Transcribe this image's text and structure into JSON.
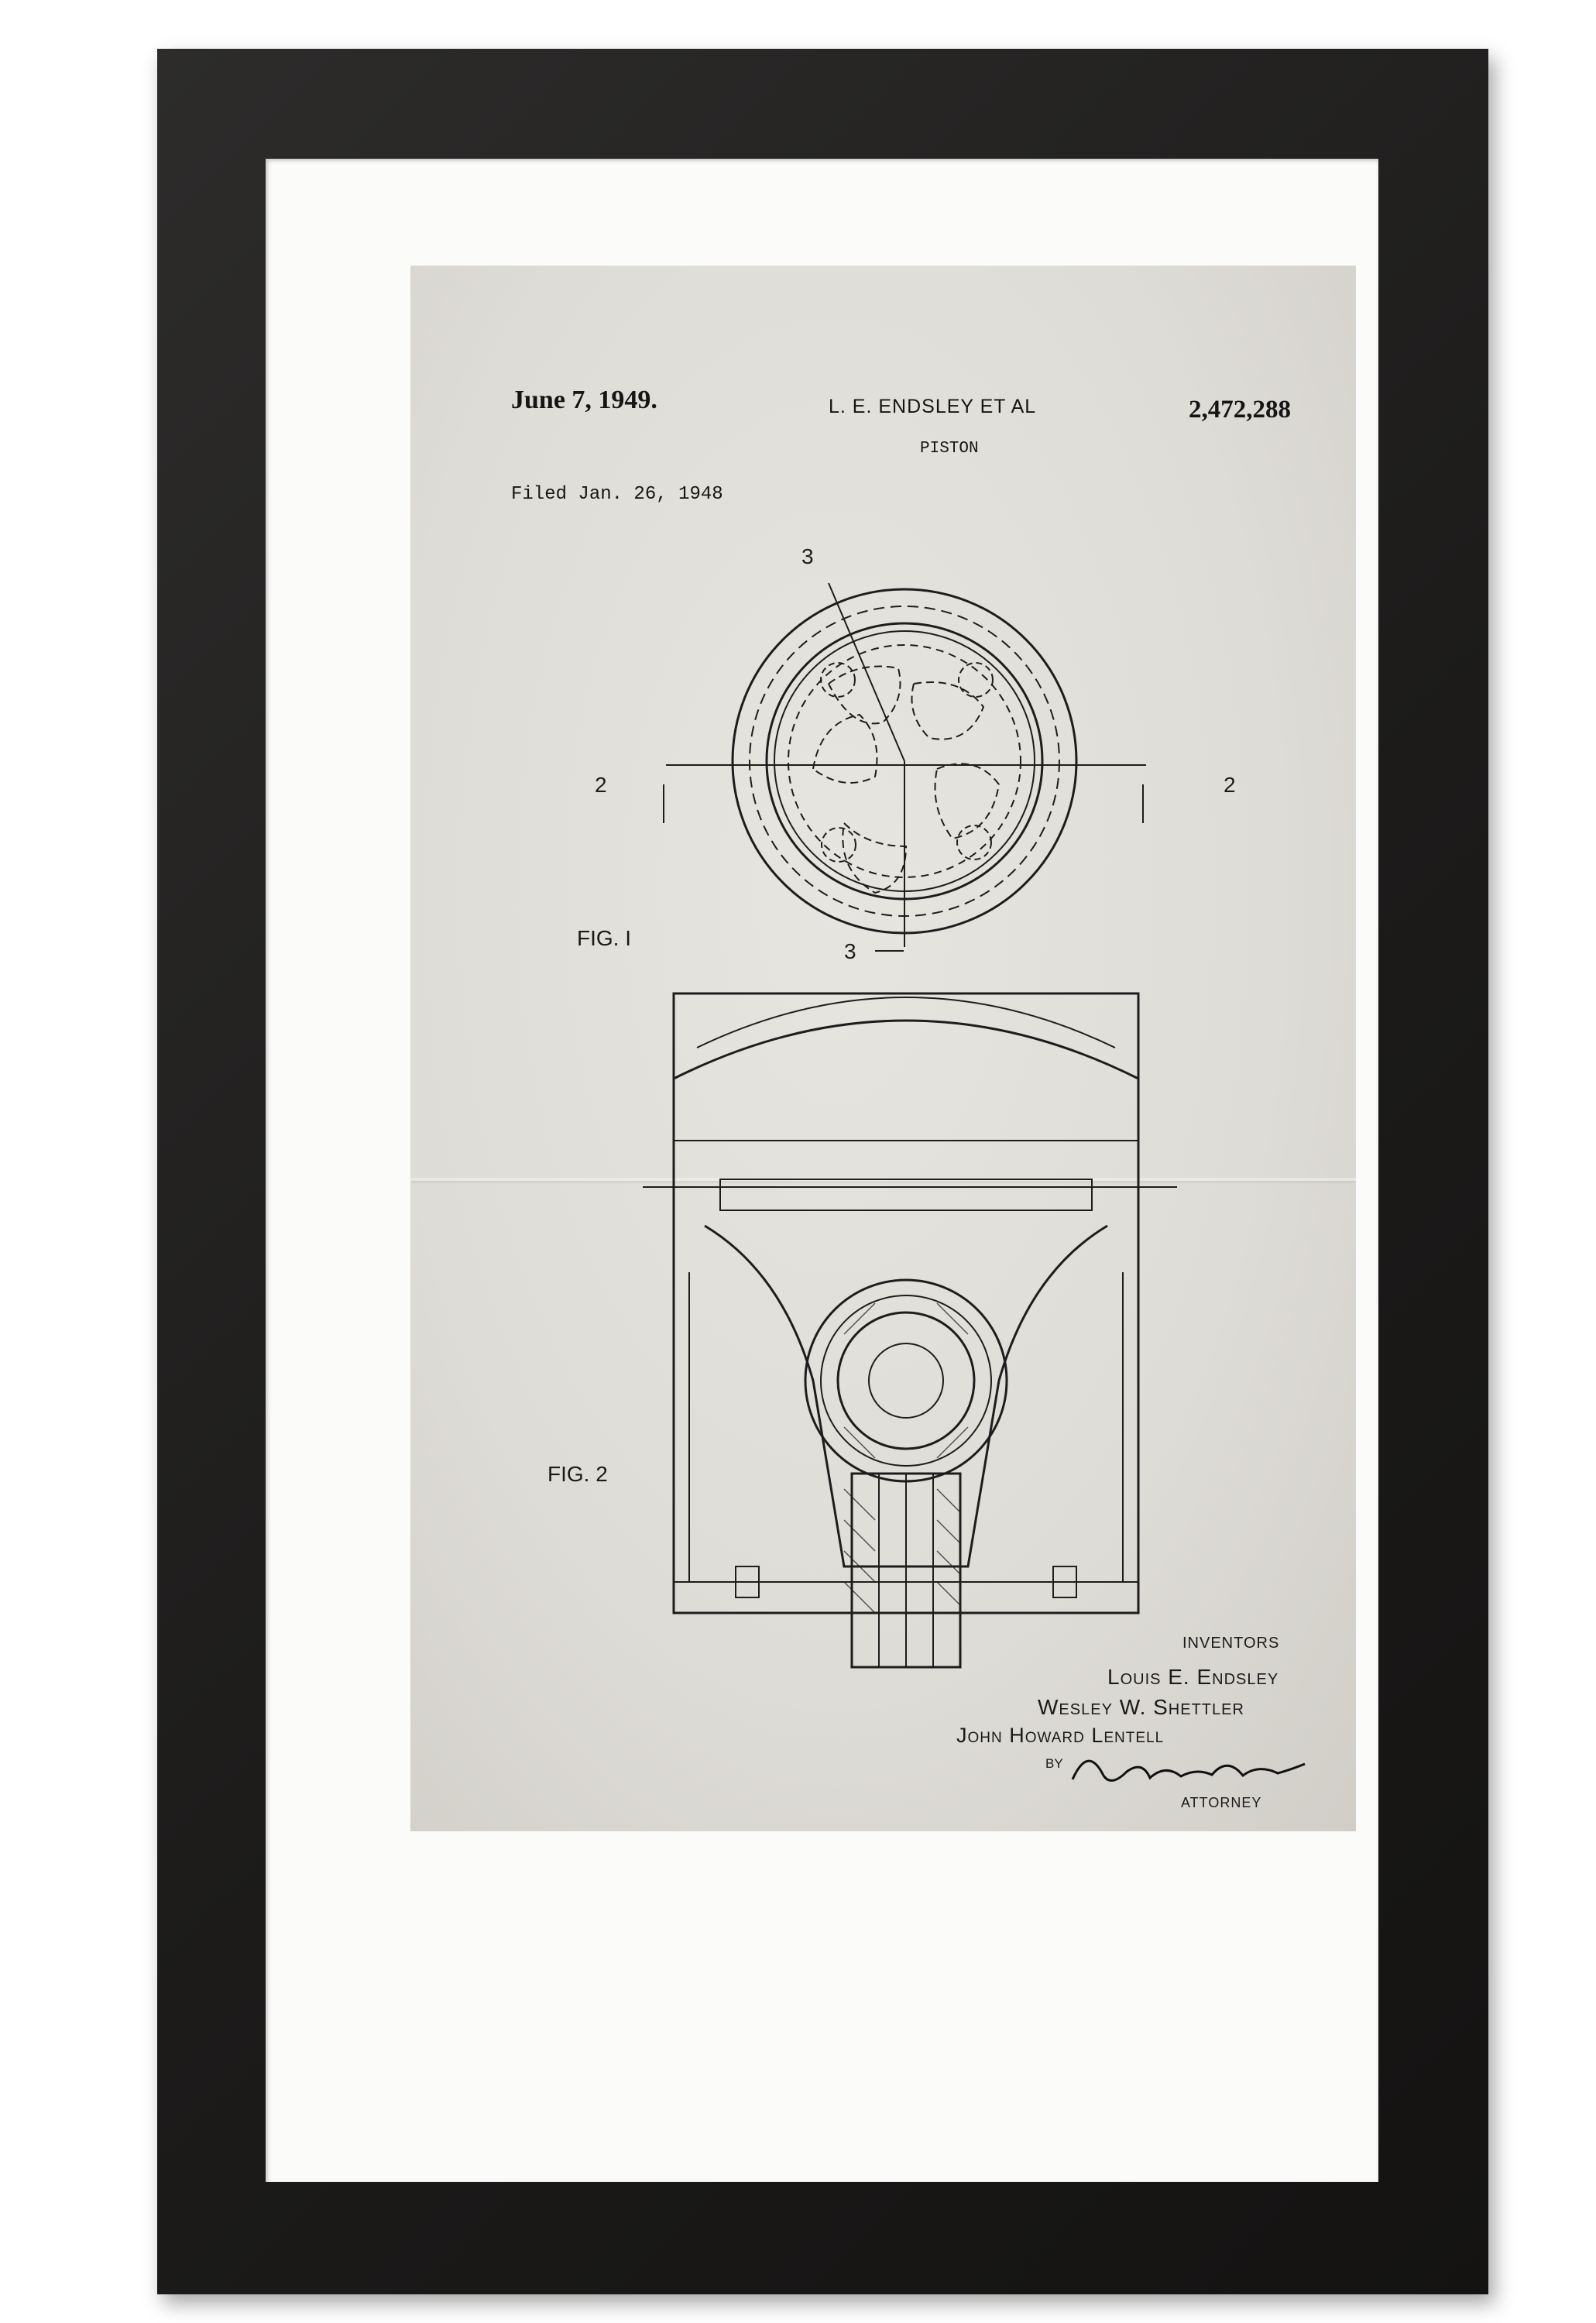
{
  "patent": {
    "date": "June 7, 1949.",
    "inventor_header": "L. E. ENDSLEY ET AL",
    "patent_number": "2,472,288",
    "title": "PISTON",
    "filed": "Filed Jan. 26, 1948"
  },
  "figures": {
    "fig1_label": "FIG. I",
    "fig2_label": "FIG. 2"
  },
  "signature_block": {
    "inventors_label": "INVENTORS",
    "inventors": [
      "Louis E. Endsley",
      "Wesley W. Shettler",
      "John Howard Lentell"
    ],
    "by_label": "BY",
    "attorney_label": "ATTORNEY"
  },
  "colors": {
    "frame": "#1c1b1a",
    "mat": "#fbfbfa",
    "paper": "#dedcd6",
    "ink": "#151515"
  }
}
